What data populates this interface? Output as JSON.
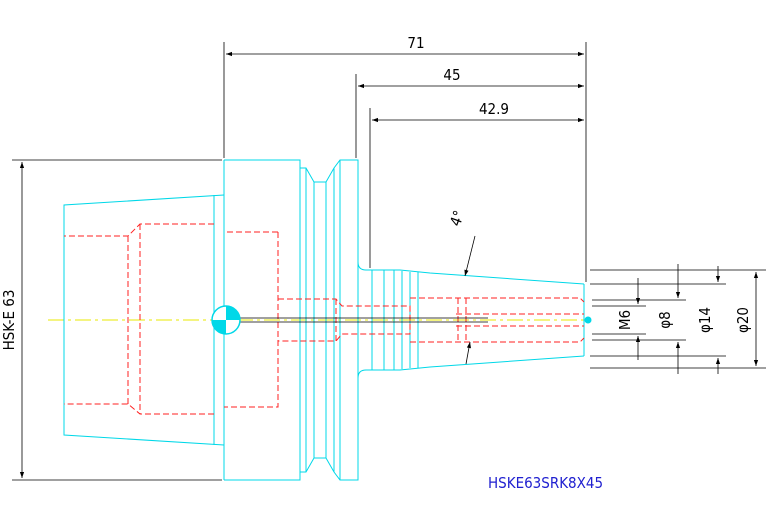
{
  "drawing": {
    "part_code": "HSKE63SRK8X45",
    "colors": {
      "outline": "#00d8e8",
      "hidden": "#ff2020",
      "center": "#e8e800",
      "dimension": "#000000",
      "title": "#2020d0"
    },
    "dimensions": {
      "overall_length": "71",
      "gauge_length": "45",
      "taper_length": "42.9",
      "taper_angle": "4°",
      "flange_label": "HSK-E 63",
      "thread": "M6",
      "bore": "φ8",
      "nose_diameter": "φ14",
      "taper_diameter": "φ20"
    }
  }
}
